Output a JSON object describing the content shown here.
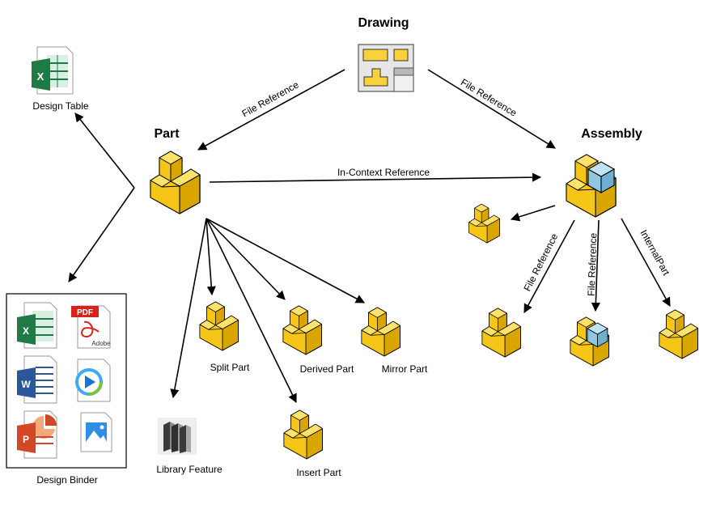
{
  "nodes": {
    "drawing": {
      "label": "Drawing",
      "icon": "drawing-sheet-icon"
    },
    "part": {
      "label": "Part",
      "icon": "part-block-icon"
    },
    "assembly": {
      "label": "Assembly",
      "icon": "assembly-block-icon"
    },
    "design_table": {
      "label": "Design Table",
      "icon": "excel-icon"
    },
    "design_binder": {
      "label": "Design Binder",
      "icons": [
        "excel-icon",
        "pdf-icon",
        "word-icon",
        "media-player-icon",
        "powerpoint-icon",
        "image-icon"
      ],
      "pdf_text": "PDF",
      "adobe_text": "Adobe"
    },
    "split_part": {
      "label": "Split Part",
      "icon": "part-block-icon"
    },
    "derived_part": {
      "label": "Derived Part",
      "icon": "part-block-icon"
    },
    "mirror_part": {
      "label": "Mirror Part",
      "icon": "part-block-icon"
    },
    "insert_part": {
      "label": "Insert Part",
      "icon": "part-block-icon"
    },
    "library_feature": {
      "label": "Library Feature",
      "icon": "library-books-icon"
    }
  },
  "edges": {
    "drawing_to_part": "File Reference",
    "drawing_to_assembly": "File Reference",
    "part_to_assembly": "In-Context Reference",
    "assembly_to_part_left": "File Reference",
    "assembly_to_subassembly": "File Reference",
    "assembly_to_internal": "InternalPart"
  },
  "colors": {
    "part_top": "#fde36a",
    "part_left": "#f5c518",
    "part_right": "#d9a600",
    "assembly_blue": "#9fd3ec",
    "drawing_yellow": "#f7d23a",
    "excel_green": "#1f7a45",
    "word_blue": "#2b579a",
    "ppt_orange": "#d24726",
    "pdf_red": "#d8231c"
  }
}
